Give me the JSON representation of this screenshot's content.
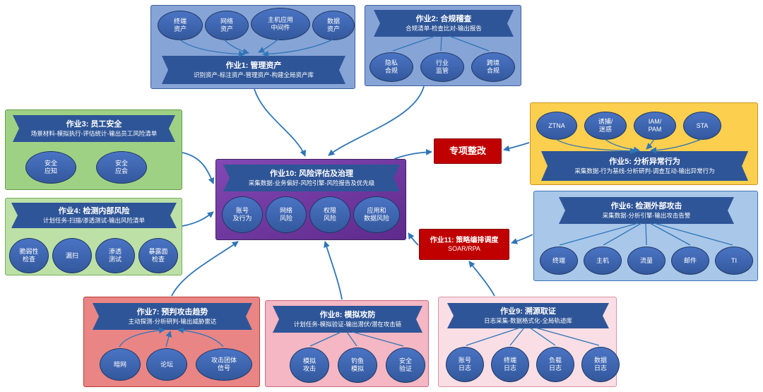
{
  "jobs": {
    "job1": {
      "title": "作业1: 管理资产",
      "subtitle": "识别资产-标注资产-管理资产-构建全局资产库",
      "items": [
        "终端\n资产",
        "网络\n资产",
        "主机应用\n中间件",
        "数据\n资产"
      ]
    },
    "job2": {
      "title": "作业2: 合规稽查",
      "subtitle": "合规清单-检查比对-输出报告",
      "items": [
        "隐私\n合规",
        "行业\n监管",
        "跨境\n合规"
      ]
    },
    "job3": {
      "title": "作业3: 员工安全",
      "subtitle": "场景材料-模拟执行-评估统计-输出员工风险清单",
      "items": [
        "安全\n应知",
        "安全\n应会"
      ]
    },
    "job4": {
      "title": "作业4: 检测内部风险",
      "subtitle": "计划任务-扫描/渗透测试-输出风险清单",
      "items": [
        "脆弱性\n检查",
        "漏扫",
        "渗透\n测试",
        "暴露面\n检查"
      ]
    },
    "job5": {
      "title": "作业5: 分析异常行为",
      "subtitle": "采集数据-行为基线-分析研判-调查互动-输出异常行为",
      "items": [
        "ZTNA",
        "诱捕/\n迷惑",
        "IAM/\nPAM",
        "STA"
      ]
    },
    "job6": {
      "title": "作业6: 检测外部攻击",
      "subtitle": "采集数据-分析引擎-输出攻击告警",
      "items": [
        "终端",
        "主机",
        "流量",
        "邮件",
        "TI"
      ]
    },
    "job7": {
      "title": "作业7: 预判攻击趋势",
      "subtitle": "主动探测-分析研判-输出威胁雷达",
      "items": [
        "暗网",
        "论坛",
        "攻击团体\n信号"
      ]
    },
    "job8": {
      "title": "作业8: 模拟攻防",
      "subtitle": "计划任务-模拟验证-输出潜伏/潜在攻击链",
      "items": [
        "模拟\n攻击",
        "钓鱼\n模拟",
        "安全\n验证"
      ]
    },
    "job9": {
      "title": "作业9: 溯源取证",
      "subtitle": "日志采集-数据格式化-全局轨迹库",
      "items": [
        "账号\n日志",
        "终端\n日志",
        "负载\n日志",
        "数据\n日志"
      ]
    },
    "job10": {
      "title": "作业10: 风险评估及治理",
      "subtitle": "采集数据-业务偏好-风险引擎-风险报告及优先级",
      "items": [
        "账号\n及行为",
        "网络\n风险",
        "权限\n风险",
        "应用和\n数据风险"
      ]
    },
    "job11": {
      "title": "作业11: 策略编排调度",
      "subtitle": "SOAR/RPA"
    }
  },
  "buttons": {
    "remediation": "专项整改"
  },
  "colors": {
    "arrow": "#2e75b6",
    "banner": "#2e5597",
    "node": "#3b63ae",
    "alert": "#c00000"
  }
}
